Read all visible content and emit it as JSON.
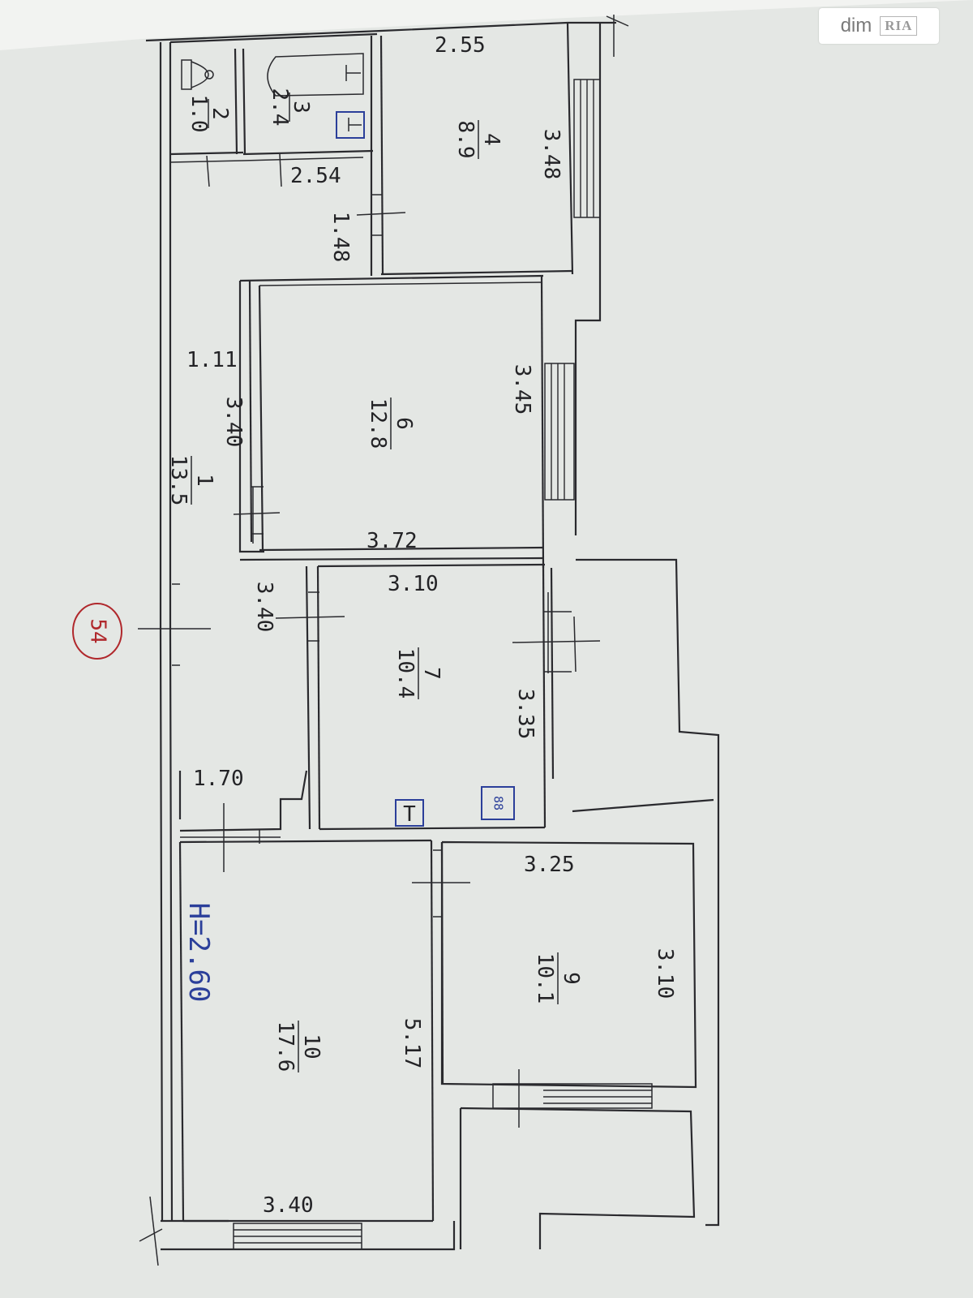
{
  "watermark": {
    "brand": "dim",
    "logo": "RIA"
  },
  "apartment_no": "54",
  "ceiling_height": "H=2.60",
  "rooms": [
    {
      "no": "2",
      "area": "1.0"
    },
    {
      "no": "3",
      "area": "2.4"
    },
    {
      "no": "4",
      "area": "8.9"
    },
    {
      "no": "1",
      "area": "13.5"
    },
    {
      "no": "6",
      "area": "12.8"
    },
    {
      "no": "7",
      "area": "10.4"
    },
    {
      "no": "9",
      "area": "10.1"
    },
    {
      "no": "10",
      "area": "17.6"
    }
  ],
  "dimensions": [
    "2.55",
    "3.48",
    "2.54",
    "1.48",
    "1.11",
    "3.40",
    "3.45",
    "3.72",
    "3.10",
    "3.40",
    "3.35",
    "1.70",
    "3.25",
    "3.10",
    "5.17",
    "3.40"
  ],
  "fixtures": {
    "gas_stove": "88",
    "sink_mark": "T"
  },
  "colors": {
    "ink": "#2a2a2e",
    "blue_annotation": "#2b3f9a",
    "red_circle": "#b0282c",
    "paper": "#e4e7e4"
  }
}
